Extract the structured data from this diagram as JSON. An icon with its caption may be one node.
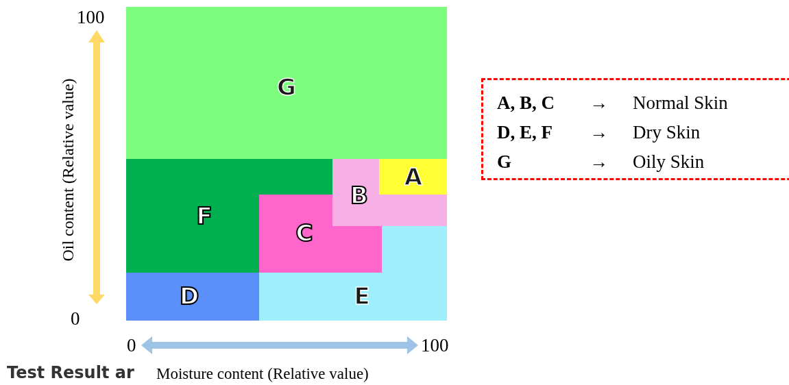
{
  "diagram": {
    "nodes": [
      {
        "text": [
          "G"
        ]
      },
      {
        "text": [
          "A, B, C",
          "→",
          "Normal Skin",
          "D, E, F",
          "→",
          "Dry Skin",
          "G",
          "→",
          "Oily Skin"
        ]
      },
      {
        "text": [
          "F"
        ]
      },
      {
        "text": [
          "B"
        ]
      },
      {
        "text": [
          "A"
        ]
      },
      {
        "text": [
          "C"
        ]
      },
      {
        "text": [
          "D"
        ]
      },
      {
        "text": [
          "E"
        ]
      }
    ],
    "labels": [
      "100",
      "Oil content (Relative value)",
      "0",
      "0",
      "100",
      "Test Result ar",
      "Moisture content (Relative value)"
    ]
  }
}
